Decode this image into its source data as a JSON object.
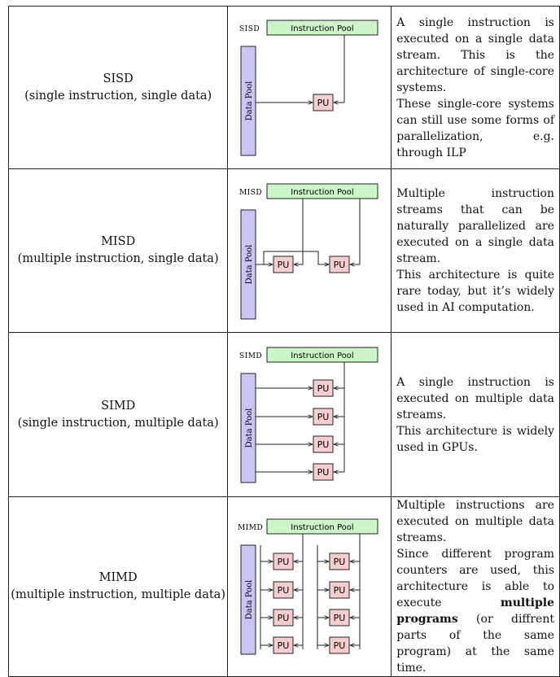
{
  "rows": [
    {
      "name": "SISD",
      "expansion": "(single instruction, single data)",
      "diagram": {
        "tag": "SISD",
        "instruction_pool": "Instruction Pool",
        "data_pool": "Data Pool",
        "pu": "PU"
      },
      "paragraphs": [
        "A single instruction is executed on a single data stream. This is the architecture of single-core systems.",
        "These single-core systems can still use some forms of parallelization, e.g. through ILP"
      ]
    },
    {
      "name": "MISD",
      "expansion": "(multiple instruction, single data)",
      "diagram": {
        "tag": "MISD",
        "instruction_pool": "Instruction Pool",
        "data_pool": "Data Pool",
        "pu": "PU"
      },
      "paragraphs": [
        "Multiple instruction streams that can be naturally parallelized are executed on a single data stream.",
        "This architecture is quite rare today, but it’s widely used in AI computation."
      ]
    },
    {
      "name": "SIMD",
      "expansion": "(single instruction, multiple data)",
      "diagram": {
        "tag": "SIMD",
        "instruction_pool": "Instruction Pool",
        "data_pool": "Data Pool",
        "pu": "PU"
      },
      "paragraphs": [
        "A single instruction is executed on multiple data streams.",
        "This architecture is widely used in GPUs."
      ]
    },
    {
      "name": "MIMD",
      "expansion": "(multiple instruction, multiple data)",
      "diagram": {
        "tag": "MIMD",
        "instruction_pool": "Instruction Pool",
        "data_pool": "Data Pool",
        "pu": "PU"
      },
      "paragraphs": [
        "Multiple instructions are executed on multiple data streams.",
        "Since different program counters are used, this architecture is able to execute "
      ],
      "mimd_bold": "multiple programs",
      "mimd_tail": " (or diffrent parts of the same program) at the same time."
    }
  ],
  "colors": {
    "instruction_pool": "#ccf5c8",
    "data_pool": "#c9c6f5",
    "pu": "#f7cdcd"
  }
}
